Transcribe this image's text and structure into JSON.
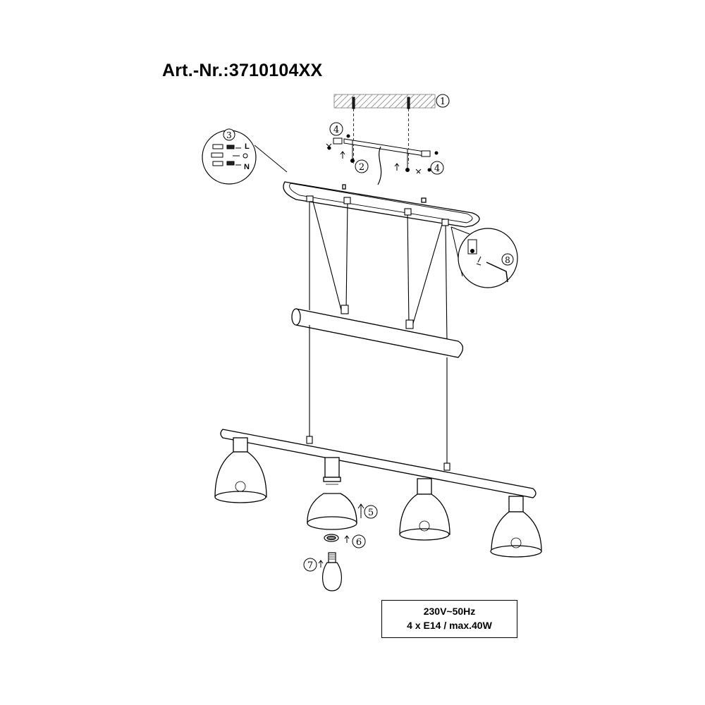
{
  "title": "Art.-Nr.:3710104XX",
  "spec": {
    "voltage": "230V~50Hz",
    "bulbs": "4 x E14 / max.40W"
  },
  "steps": [
    "1",
    "2",
    "3",
    "4",
    "5",
    "6",
    "7",
    "8"
  ],
  "wiring_labels": {
    "live": "L",
    "neutral": "N"
  }
}
